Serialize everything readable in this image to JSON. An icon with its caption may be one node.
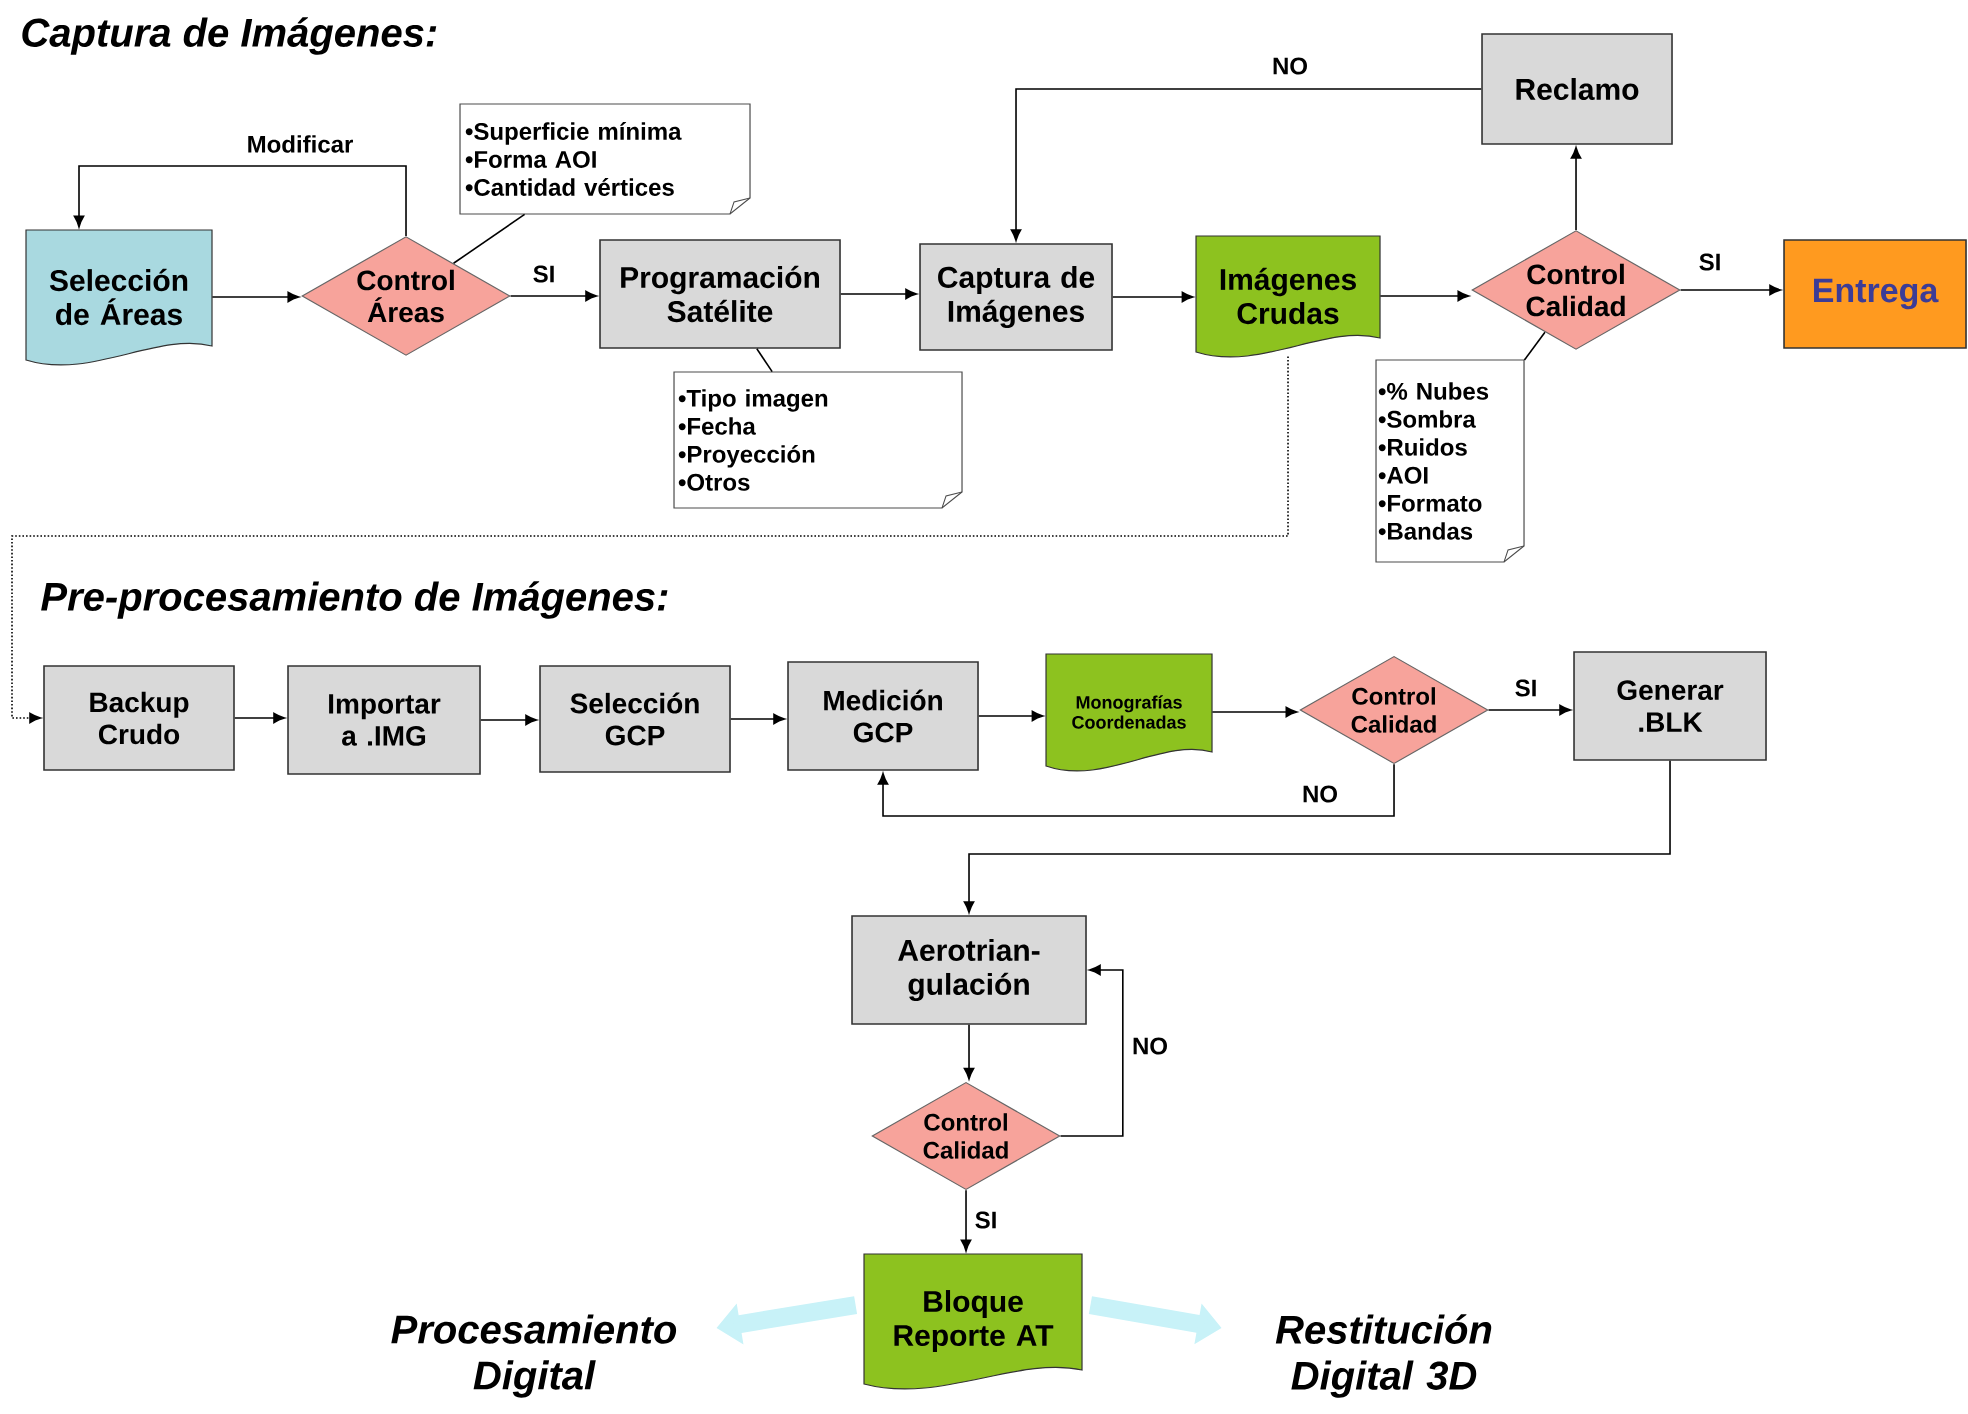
{
  "diagram": {
    "nodes": [
      {
        "text": [
          "Selección de Áreas"
        ]
      },
      {
        "text": [
          "Control Áreas"
        ]
      },
      {
        "text": [
          "•Superficie mínima",
          "•Forma AOI",
          "•Cantidad vértices"
        ]
      },
      {
        "text": [
          "Programación Satélite"
        ]
      },
      {
        "text": [
          "•Tipo imagen",
          "•Fecha",
          "•Proyección",
          "•Otros"
        ]
      },
      {
        "text": [
          "Captura de Imágenes"
        ]
      },
      {
        "text": [
          "Imágenes Crudas"
        ]
      },
      {
        "text": [
          "Control Calidad"
        ]
      },
      {
        "text": [
          "Reclamo"
        ]
      },
      {
        "text": [
          "Entrega"
        ]
      },
      {
        "text": [
          "•% Nubes",
          "•Sombra",
          "•Ruidos",
          "•AOI",
          "•Formato",
          "•Bandas"
        ]
      },
      {
        "text": [
          "Backup Crudo"
        ]
      },
      {
        "text": [
          "Importar a .IMG"
        ]
      },
      {
        "text": [
          "Selección GCP"
        ]
      },
      {
        "text": [
          "Medición GCP"
        ]
      },
      {
        "text": [
          "Monografías Coordenadas"
        ]
      },
      {
        "text": [
          "Control Calidad"
        ]
      },
      {
        "text": [
          "Generar .BLK"
        ]
      },
      {
        "text": [
          "Aerotrian-gulación"
        ]
      },
      {
        "text": [
          "Control Calidad"
        ]
      },
      {
        "text": [
          "Bloque Reporte AT"
        ]
      },
      {
        "text": [
          "Procesamiento Digital"
        ]
      },
      {
        "text": [
          "Restitución Digital 3D"
        ]
      }
    ],
    "edges": [
      {
        "from": 0,
        "to": 1,
        "arrow": "to"
      },
      {
        "from": 1,
        "to": 0,
        "arrow": "to",
        "label": "Modificar"
      },
      {
        "from": 1,
        "to": 2,
        "arrow": "none"
      },
      {
        "from": 1,
        "to": 3,
        "arrow": "to",
        "label": "SI"
      },
      {
        "from": 3,
        "to": 4,
        "arrow": "none"
      },
      {
        "from": 3,
        "to": 5,
        "arrow": "to"
      },
      {
        "from": 5,
        "to": 6,
        "arrow": "to"
      },
      {
        "from": 6,
        "to": 7,
        "arrow": "to"
      },
      {
        "from": 7,
        "to": 8,
        "arrow": "to"
      },
      {
        "from": 8,
        "to": 5,
        "arrow": "to",
        "label": "NO"
      },
      {
        "from": 7,
        "to": 9,
        "arrow": "to",
        "label": "SI"
      },
      {
        "from": 7,
        "to": 10,
        "arrow": "none"
      },
      {
        "from": 6,
        "to": 11,
        "arrow": "to",
        "style": "dashed"
      },
      {
        "from": 11,
        "to": 12,
        "arrow": "to"
      },
      {
        "from": 12,
        "to": 13,
        "arrow": "to"
      },
      {
        "from": 13,
        "to": 14,
        "arrow": "to"
      },
      {
        "from": 14,
        "to": 15,
        "arrow": "to"
      },
      {
        "from": 15,
        "to": 16,
        "arrow": "to"
      },
      {
        "from": 16,
        "to": 17,
        "arrow": "to",
        "label": "SI"
      },
      {
        "from": 16,
        "to": 14,
        "arrow": "to",
        "label": "NO"
      },
      {
        "from": 17,
        "to": 18,
        "arrow": "to"
      },
      {
        "from": 18,
        "to": 19,
        "arrow": "to"
      },
      {
        "from": 19,
        "to": 18,
        "arrow": "to",
        "label": "NO"
      },
      {
        "from": 19,
        "to": 20,
        "arrow": "to",
        "label": "SI"
      },
      {
        "from": 20,
        "to": 21,
        "arrow": "to",
        "style": "thick",
        "color": "#c8f2f8"
      },
      {
        "from": 20,
        "to": 22,
        "arrow": "to",
        "style": "thick",
        "color": "#c8f2f8"
      }
    ],
    "labels": [
      "Captura de Imágenes:",
      "Pre-procesamiento de Imágenes:"
    ]
  }
}
